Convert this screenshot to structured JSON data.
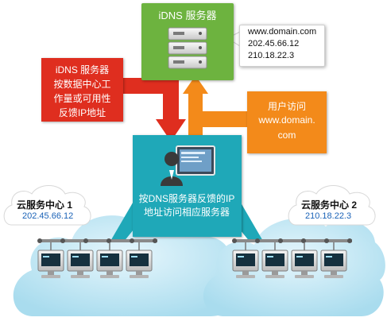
{
  "idns_server": {
    "title": "iDNS 服务器"
  },
  "dns_record": {
    "lines": [
      "www.domain.com",
      "202.45.66.12",
      "210.18.22.3"
    ]
  },
  "feedback_note": {
    "lines": [
      "iDNS 服务器",
      "按数据中心工",
      "作量或可用性",
      "反馈IP地址"
    ]
  },
  "user_access": {
    "lines": [
      "用户访问",
      "www.domain.",
      "com"
    ]
  },
  "client": {
    "lines": [
      "按DNS服务器反馈的IP",
      "地址访问相应服务器"
    ]
  },
  "datacenters": [
    {
      "name": "云服务中心 1",
      "ip": "202.45.66.12"
    },
    {
      "name": "云服务中心 2",
      "ip": "210.18.22.3"
    }
  ],
  "colors": {
    "green": "#6db33f",
    "red": "#df2e1f",
    "orange": "#f38a1a",
    "teal": "#1fa8b8",
    "cloud": "#b9e3f1",
    "ip_blue": "#1a62b7"
  },
  "icons": [
    "server-rack-icon",
    "user-computer-icon",
    "cloud-icon",
    "computer-icon"
  ]
}
